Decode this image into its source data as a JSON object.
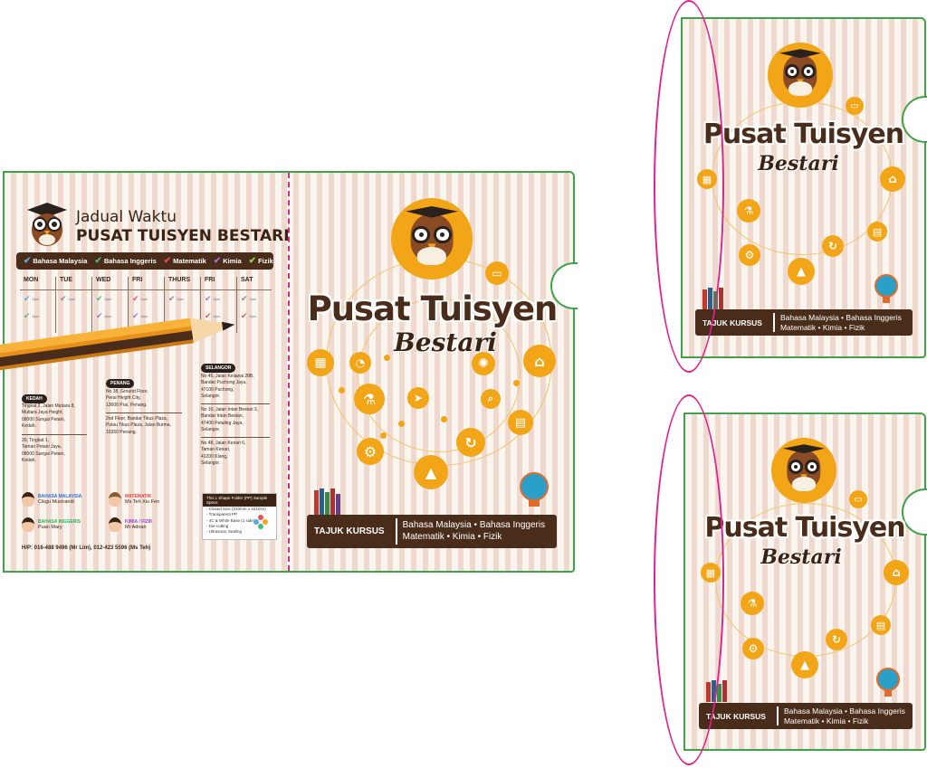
{
  "cover": {
    "title": "Pusat Tuisyen",
    "subtitle": "Bestari",
    "bar_label": "TAJUK KURSUS",
    "bar_line1": "Bahasa Malaysia • Bahasa Inggeris",
    "bar_line2": "Matematik • Kimia • Fizik"
  },
  "timetable": {
    "title_line1": "Jadual Waktu",
    "title_line2": "PUSAT TUISYEN BESTARI",
    "subjects": [
      {
        "label": "Bahasa Malaysia",
        "color": "#5aa9e6"
      },
      {
        "label": "Bahasa Inggeris",
        "color": "#43b97f"
      },
      {
        "label": "Matematik",
        "color": "#e94e5b"
      },
      {
        "label": "Kimia",
        "color": "#b06ad6"
      },
      {
        "label": "Fizik",
        "color": "#8fd14f"
      }
    ],
    "days": [
      "MON",
      "TUE",
      "WED",
      "FRI",
      "THURS",
      "FRI",
      "SAT"
    ]
  },
  "locations": {
    "kedah": {
      "tag": "KEDAH",
      "addr1": [
        "Tingkat 2, Jalan Mutiara 8,",
        "Mutiara Jaya Height,",
        "08000 Sungai Petani,",
        "Kedah."
      ],
      "addr2": [
        "20, Tingkat 1,",
        "Taman Petani Jaya,",
        "08000 Sungai Petani,",
        "Kedah."
      ]
    },
    "penang": {
      "tag": "PENANG",
      "addr1": [
        "No 38, Ground Floor,",
        "Perai Height City,",
        "13600 Prai,  Penang."
      ],
      "addr2": [
        "2nd Floor, Bandar Tikus Plaza,",
        "Pulau Tikus Plaza, Jalan Burma,",
        "10350 Penang."
      ]
    },
    "selangor": {
      "tag": "SELANGOR",
      "addr1": [
        "No 45, Jalan Kelawai 28B,",
        "Bandar Puchong Jaya,",
        "47100 Puchong,",
        "Selangor."
      ],
      "addr2": [
        "No 10, Jalan Intan Bestari 3,",
        "Bandar Intan Bestari,",
        "47400 Petaling Jaya,",
        "Selangor."
      ],
      "addr3": [
        "No 48, Jalan Kenari 6,",
        "Taman Kenari,",
        "41200 Klang,",
        "Selangor."
      ]
    }
  },
  "teachers": [
    {
      "subject": "BAHASA MALAYSIA",
      "name": "Cikgu Munirandi",
      "color": "#2f6fd0"
    },
    {
      "subject": "BAHASA INGGERIS",
      "name": "Puan Mary",
      "color": "#2faa5a"
    },
    {
      "subject": "MATEMATIK",
      "name": "Ms Teh Xiu Fen",
      "color": "#e0453a"
    },
    {
      "subject": "KIMIA / FIZIK",
      "name": "Mr Adnan",
      "color": "#9b3fc8"
    }
  ],
  "specs": {
    "header": "This L Shape Folder (PP) Sample Specs",
    "lines": [
      "- Closed Size (310mm x 221mm)",
      "- Transparent PP",
      "- 4C & White Base (1 side)",
      "- Die-cutting",
      "- Ultrasonic Sealing"
    ]
  },
  "contact": "H/P: 016-488 9496 (Mr Lim), 012-423 5596 (Ms Teh)",
  "icons": [
    "calculator-icon",
    "compass-icon",
    "atom-icon",
    "bank-icon",
    "flask-icon",
    "paper-plane-icon",
    "magnifier-icon",
    "book-icon",
    "gear-icon",
    "refresh-icon",
    "graduation-cap-icon",
    "laptop-icon",
    "owl-icon",
    "pencil-icon",
    "globe-icon",
    "books-icon"
  ],
  "colors": {
    "accent": "#f2a516",
    "brown": "#4a2c1a",
    "outline": "#3fa24a",
    "magenta": "#e0228c"
  }
}
